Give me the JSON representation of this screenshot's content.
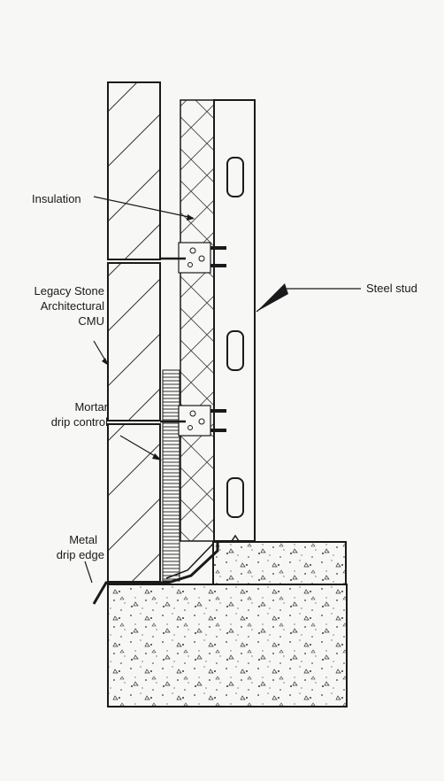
{
  "labels": {
    "insulation": "Insulation",
    "cmu_line1": "Legacy Stone",
    "cmu_line2": "Architectural",
    "cmu_line3": "CMU",
    "mortar_line1": "Mortar",
    "mortar_line2": "drip control",
    "drip_line1": "Metal",
    "drip_line2": "drip edge",
    "steel_stud": "Steel stud"
  },
  "colors": {
    "line": "#1a1a1a",
    "paper": "#f7f7f5"
  }
}
